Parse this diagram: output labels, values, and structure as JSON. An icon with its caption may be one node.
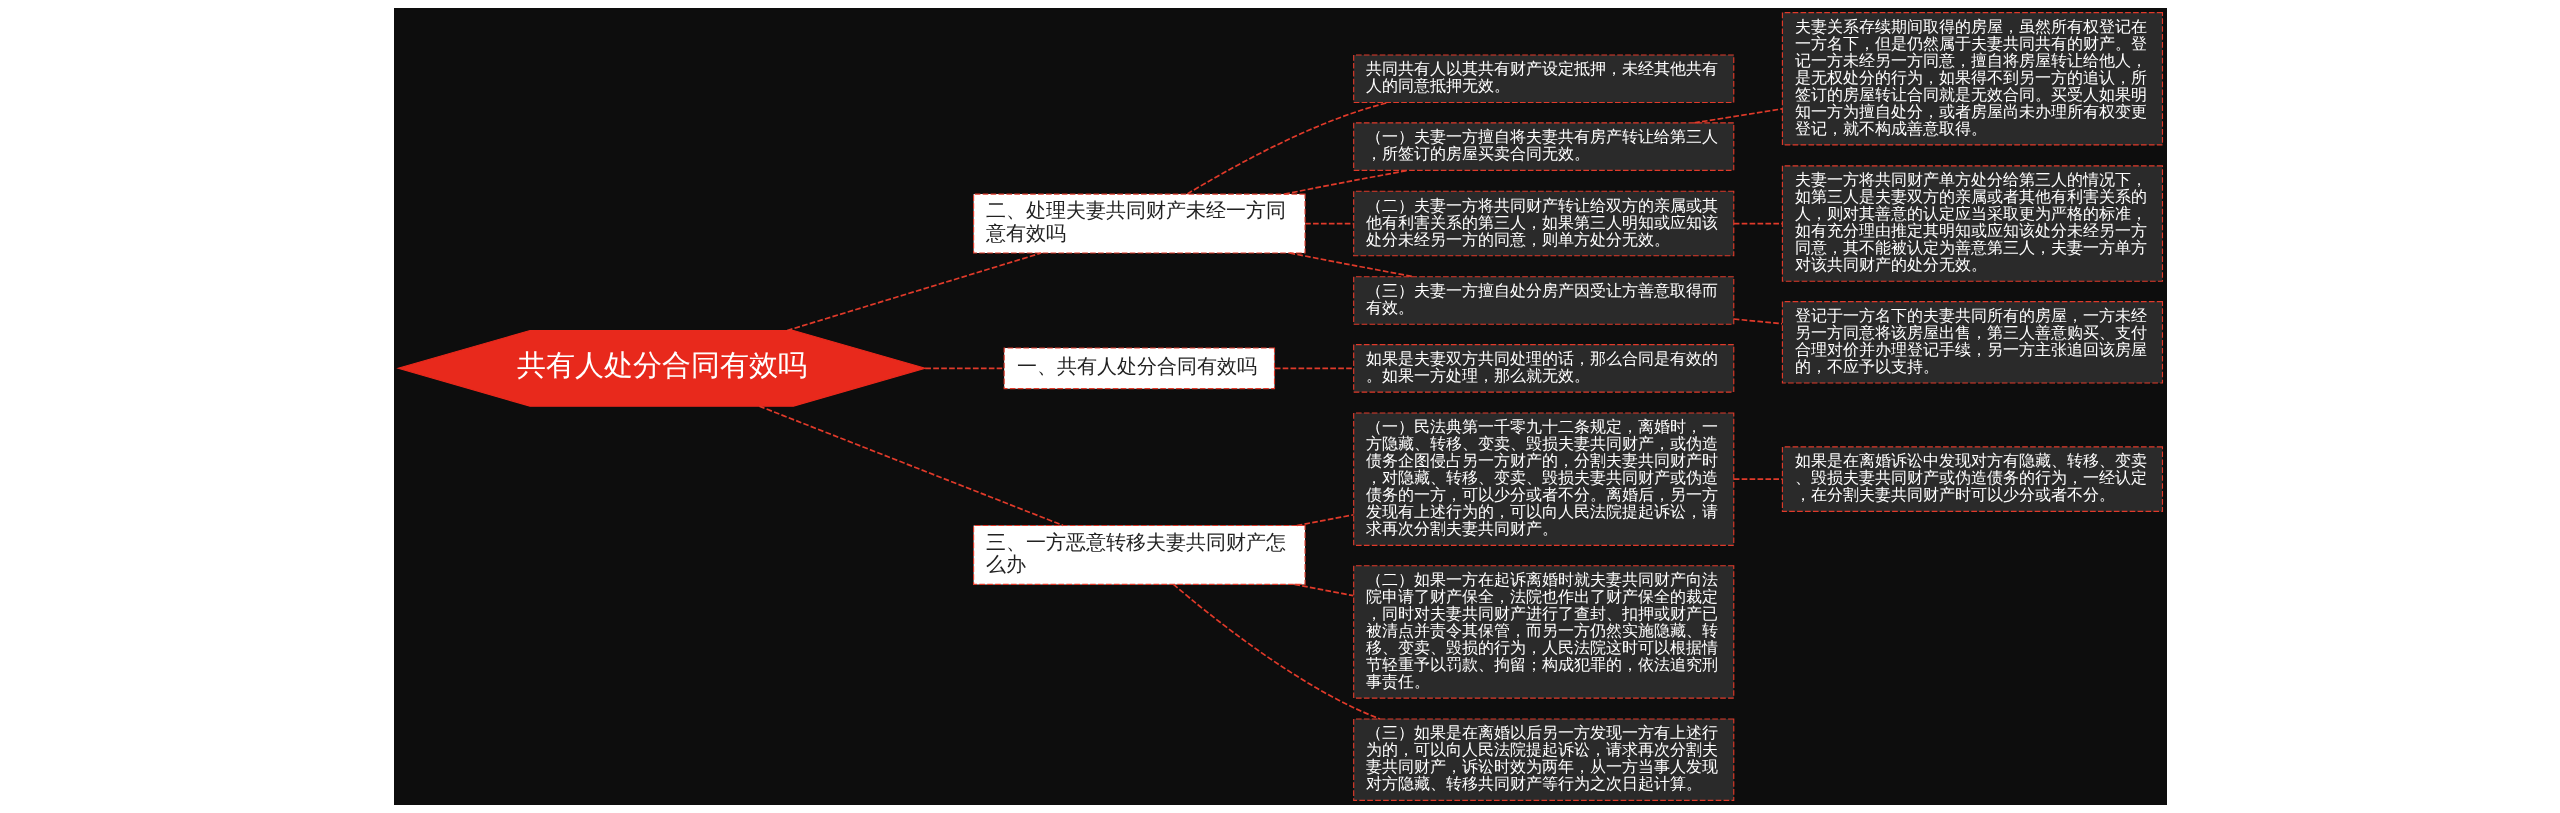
{
  "diagram": {
    "nodes": [
      {
        "text": [
          "共有人处分合同有效吗"
        ]
      },
      {
        "text": [
          "二、处理夫妻共同财产未经一方同意有效吗"
        ]
      },
      {
        "text": [
          "共同共有人以其共有财产设定抵押，未经其他共有人的同意抵押无效。"
        ]
      },
      {
        "text": [
          "（一）夫妻一方擅自将夫妻共有房产转让给第三人，所签订的房屋买卖合同无效。"
        ]
      },
      {
        "text": [
          "夫妻关系存续期间取得的房屋，虽然所有权登记在一方名下，但是仍然属于夫妻共同共有的财产。登记一方未经另一方同意，擅自将房屋转让给他人，是无权处分的行为，如果得不到另一方的追认，所签订的房屋转让合同就是无效合同。买受人如果明知一方为擅自处分，或者房屋尚未办理所有权变更登记，就不构成善意取得。"
        ]
      },
      {
        "text": [
          "（二）夫妻一方将共同财产转让给双方的亲属或其他有利害关系的第三人，如果第三人明知或应知该处分未经另一方的同意，则单方处分无效。"
        ]
      },
      {
        "text": [
          "夫妻一方将共同财产单方处分给第三人的情况下，如第三人是夫妻双方的亲属或者其他有利害关系的人，则对其善意的认定应当采取更为严格的标准，如有充分理由推定其明知或应知该处分未经另一方同意，其不能被认定为善意第三人，夫妻一方单方对该共同财产的处分无效。"
        ]
      },
      {
        "text": [
          "（三）夫妻一方擅自处分房产因受让方善意取得而有效。"
        ]
      },
      {
        "text": [
          "登记于一方名下的夫妻共同所有的房屋，一方未经另一方同意将该房屋出售，第三人善意购买、支付合理对价并办理登记手续，另一方主张追回该房屋的，不应予以支持。"
        ]
      },
      {
        "text": [
          "一、共有人处分合同有效吗"
        ]
      },
      {
        "text": [
          "如果是夫妻双方共同处理的话，那么合同是有效的。如果一方处理，那么就无效。"
        ]
      },
      {
        "text": [
          "三、一方恶意转移夫妻共同财产怎么办"
        ]
      },
      {
        "text": [
          "（一）民法典第一千零九十二条规定，离婚时，一方隐藏、转移、变卖、毁损夫妻共同财产，或伪造债务企图侵占另一方财产的，分割夫妻共同财产时，对隐藏、转移、变卖、毁损夫妻共同财产或伪造债务的一方，可以少分或者不分。离婚后，另一方发现有上述行为的，可以向人民法院提起诉讼，请求再次分割夫妻共同财产。"
        ]
      },
      {
        "text": [
          "如果是在离婚诉讼中发现对方有隐藏、转移、变卖、毁损夫妻共同财产或伪造债务的行为，一经认定，在分割夫妻共同财产时可以少分或者不分。"
        ]
      },
      {
        "text": [
          "（二）如果一方在起诉离婚时就夫妻共同财产向法院申请了财产保全，法院也作出了财产保全的裁定，同时对夫妻共同财产进行了查封、扣押或财产已被清点并责令其保管，而另一方仍然实施隐藏、转移、变卖、毁损的行为，人民法院这时可以根据情节轻重予以罚款、拘留；构成犯罪的，依法追究刑事责任。"
        ]
      },
      {
        "text": [
          "（三）如果是在离婚以后另一方发现一方有上述行为的，可以向人民法院提起诉讼，请求再次分割夫妻共同财产，诉讼时效为两年，从一方当事人发现对方隐藏、转移共同财产等行为之次日起计算。"
        ]
      }
    ],
    "edges": [
      {
        "from": 0,
        "to": 1,
        "arrow": "none",
        "style": "dashed"
      },
      {
        "from": 1,
        "to": 2,
        "arrow": "none",
        "style": "dashed"
      },
      {
        "from": 1,
        "to": 3,
        "arrow": "none",
        "style": "dashed"
      },
      {
        "from": 1,
        "to": 5,
        "arrow": "none",
        "style": "dashed"
      },
      {
        "from": 1,
        "to": 7,
        "arrow": "none",
        "style": "dashed"
      },
      {
        "from": 3,
        "to": 4,
        "arrow": "none",
        "style": "dashed"
      },
      {
        "from": 5,
        "to": 6,
        "arrow": "none",
        "style": "dashed"
      },
      {
        "from": 7,
        "to": 8,
        "arrow": "none",
        "style": "dashed"
      },
      {
        "from": 0,
        "to": 9,
        "arrow": "none",
        "style": "dashed"
      },
      {
        "from": 9,
        "to": 10,
        "arrow": "none",
        "style": "dashed"
      },
      {
        "from": 0,
        "to": 11,
        "arrow": "none",
        "style": "dashed"
      },
      {
        "from": 11,
        "to": 12,
        "arrow": "none",
        "style": "dashed"
      },
      {
        "from": 11,
        "to": 14,
        "arrow": "none",
        "style": "dashed"
      },
      {
        "from": 11,
        "to": 15,
        "arrow": "none",
        "style": "dashed"
      },
      {
        "from": 12,
        "to": 13,
        "arrow": "none",
        "style": "dashed"
      }
    ]
  }
}
